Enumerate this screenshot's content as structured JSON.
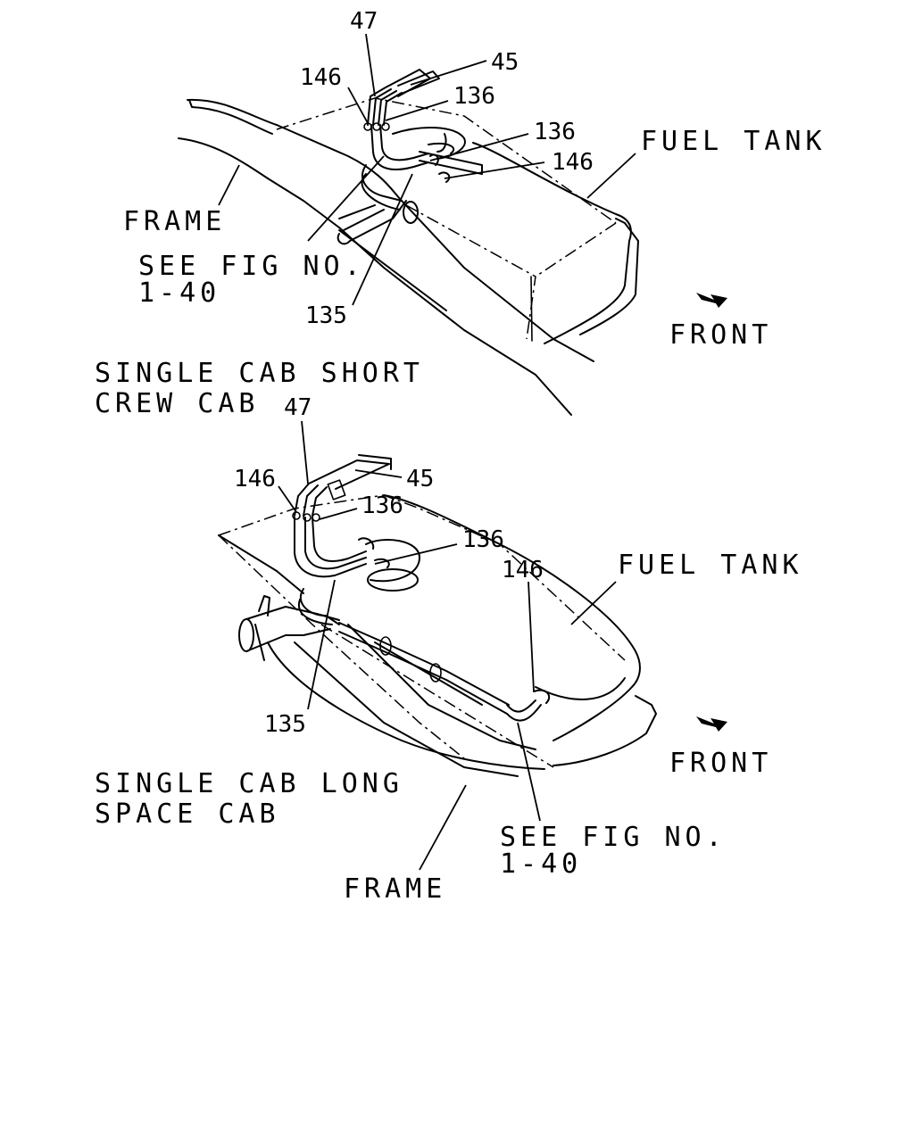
{
  "top_diagram": {
    "callouts": {
      "p47": "47",
      "p45": "45",
      "p146a": "146",
      "p136a": "136",
      "p136b": "136",
      "p146b": "146",
      "p135": "135"
    },
    "labels": {
      "fuel_tank": "FUEL TANK",
      "frame": "FRAME",
      "see_fig_line1": "SEE FIG NO.",
      "see_fig_line2": "1-40",
      "front": "FRONT"
    },
    "variant_line1": "SINGLE CAB SHORT",
    "variant_line2": "CREW CAB"
  },
  "bottom_diagram": {
    "callouts": {
      "p47": "47",
      "p45": "45",
      "p146a": "146",
      "p136a": "136",
      "p136b": "136",
      "p146b": "146",
      "p135": "135"
    },
    "labels": {
      "fuel_tank": "FUEL TANK",
      "front": "FRONT",
      "see_fig_line1": "SEE FIG NO.",
      "see_fig_line2": "1-40",
      "frame": "FRAME"
    },
    "variant_line1": "SINGLE CAB LONG",
    "variant_line2": "SPACE CAB"
  }
}
